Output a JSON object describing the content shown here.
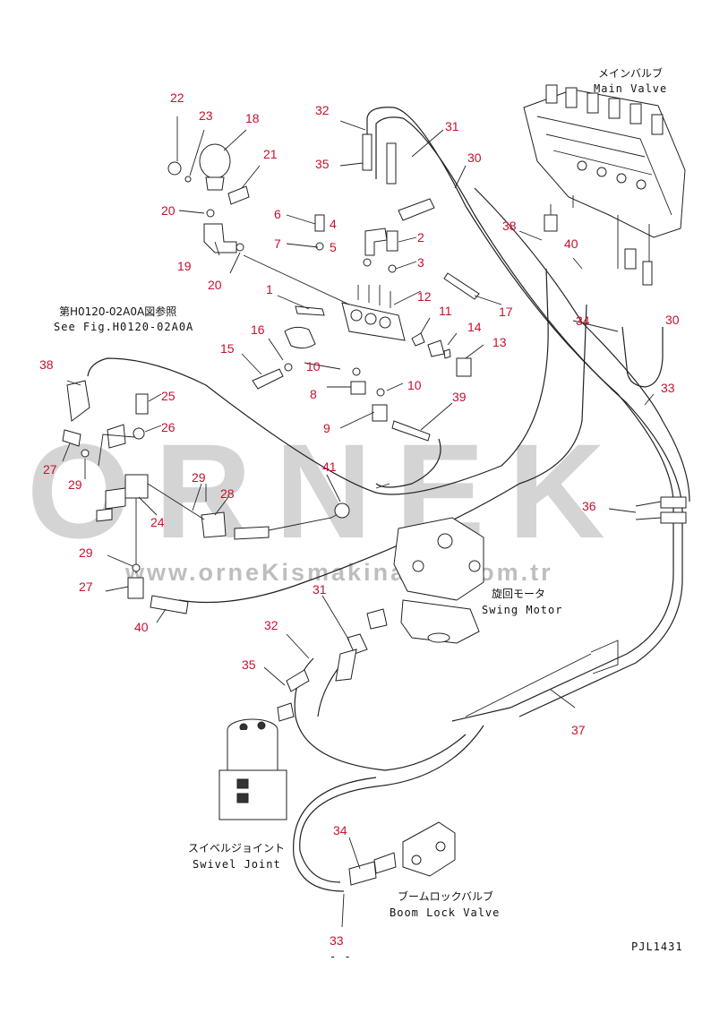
{
  "labels": {
    "main_valve_jp": "メインバルブ",
    "main_valve_en": "Main Valve",
    "swing_motor_jp": "旋回モータ",
    "swing_motor_en": "Swing Motor",
    "swivel_joint_jp": "スイベルジョイント",
    "swivel_joint_en": "Swivel Joint",
    "boom_lock_jp": "ブームロックバルブ",
    "boom_lock_en": "Boom Lock Valve",
    "ref_jp": "第H0120-02A0A図参照",
    "ref_en": "See Fig.H0120-02A0A",
    "drawing_code": "PJL1431",
    "bottom_mark": "- -"
  },
  "watermark": {
    "brand": "ORNEK",
    "url": "www.orneKismakinalari.com.tr"
  },
  "part_numbers": [
    {
      "id": "n22a",
      "text": "22"
    },
    {
      "id": "n23",
      "text": "23"
    },
    {
      "id": "n18",
      "text": "18"
    },
    {
      "id": "n21",
      "text": "21"
    },
    {
      "id": "n20a",
      "text": "20"
    },
    {
      "id": "n19",
      "text": "19"
    },
    {
      "id": "n20b",
      "text": "20"
    },
    {
      "id": "n32a",
      "text": "32"
    },
    {
      "id": "n35a",
      "text": "35"
    },
    {
      "id": "n31a",
      "text": "31"
    },
    {
      "id": "n30a",
      "text": "30"
    },
    {
      "id": "n6",
      "text": "6"
    },
    {
      "id": "n4",
      "text": "4"
    },
    {
      "id": "n7",
      "text": "7"
    },
    {
      "id": "n5",
      "text": "5"
    },
    {
      "id": "n2",
      "text": "2"
    },
    {
      "id": "n3",
      "text": "3"
    },
    {
      "id": "n1",
      "text": "1"
    },
    {
      "id": "n12",
      "text": "12"
    },
    {
      "id": "n17",
      "text": "17"
    },
    {
      "id": "n38a",
      "text": "38"
    },
    {
      "id": "n40a",
      "text": "40"
    },
    {
      "id": "n34a",
      "text": "34"
    },
    {
      "id": "n30b",
      "text": "30"
    },
    {
      "id": "n11",
      "text": "11"
    },
    {
      "id": "n14",
      "text": "14"
    },
    {
      "id": "n13",
      "text": "13"
    },
    {
      "id": "n16",
      "text": "16"
    },
    {
      "id": "n15",
      "text": "15"
    },
    {
      "id": "n10a",
      "text": "10"
    },
    {
      "id": "n8",
      "text": "8"
    },
    {
      "id": "n10b",
      "text": "10"
    },
    {
      "id": "n9",
      "text": "9"
    },
    {
      "id": "n39",
      "text": "39"
    },
    {
      "id": "n33a",
      "text": "33"
    },
    {
      "id": "n38b",
      "text": "38"
    },
    {
      "id": "n25",
      "text": "25"
    },
    {
      "id": "n26",
      "text": "26"
    },
    {
      "id": "n27a",
      "text": "27"
    },
    {
      "id": "n29a",
      "text": "29"
    },
    {
      "id": "n29b",
      "text": "29"
    },
    {
      "id": "n28",
      "text": "28"
    },
    {
      "id": "n24",
      "text": "24"
    },
    {
      "id": "n41",
      "text": "41"
    },
    {
      "id": "n36",
      "text": "36"
    },
    {
      "id": "n29c",
      "text": "29"
    },
    {
      "id": "n27b",
      "text": "27"
    },
    {
      "id": "n40b",
      "text": "40"
    },
    {
      "id": "n31b",
      "text": "31"
    },
    {
      "id": "n32b",
      "text": "32"
    },
    {
      "id": "n35b",
      "text": "35"
    },
    {
      "id": "n37",
      "text": "37"
    },
    {
      "id": "n34b",
      "text": "34"
    },
    {
      "id": "n33b",
      "text": "33"
    }
  ]
}
